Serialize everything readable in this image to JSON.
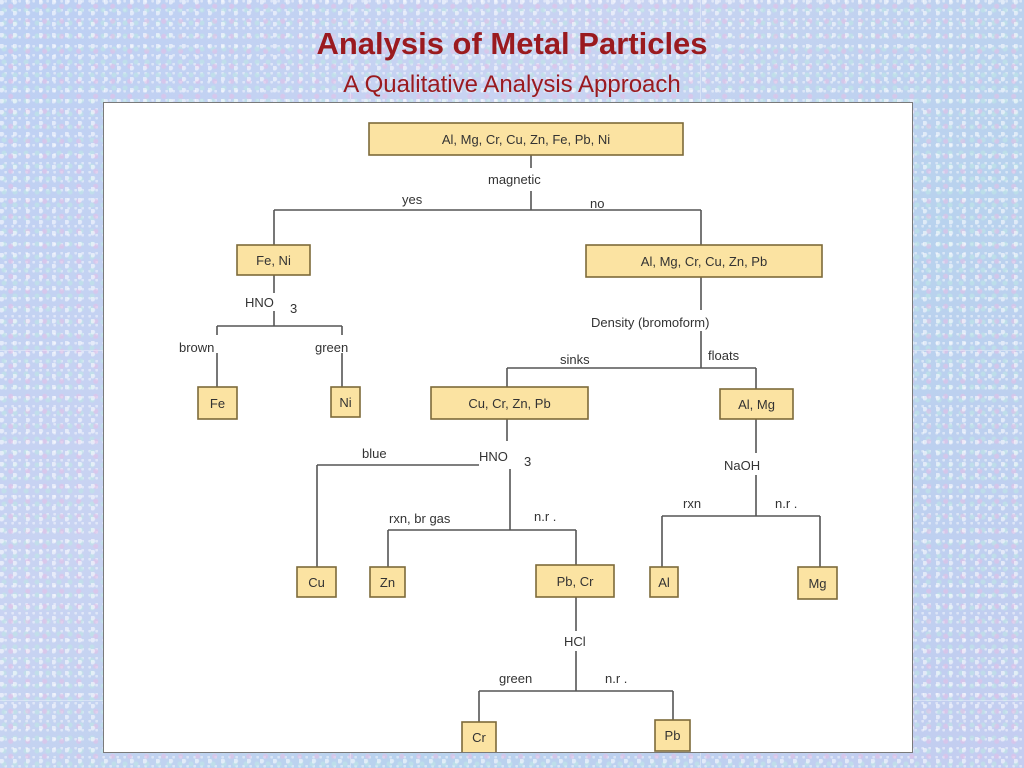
{
  "slide": {
    "title": "Analysis of Metal Particles",
    "subtitle": "A Qualitative Analysis Approach"
  },
  "diagram": {
    "nodes": {
      "root": "Al, Mg, Cr, Cu, Zn, Fe, Pb, Ni",
      "fe_ni": "Fe, Ni",
      "non_magnetic": "Al, Mg, Cr, Cu, Zn, Pb",
      "fe": "Fe",
      "ni": "Ni",
      "cu_cr_zn_pb": "Cu, Cr, Zn, Pb",
      "al_mg": "Al, Mg",
      "cu": "Cu",
      "zn": "Zn",
      "pb_cr": "Pb, Cr",
      "al": "Al",
      "mg": "Mg",
      "cr": "Cr",
      "pb": "Pb"
    },
    "labels": {
      "magnetic": "magnetic",
      "yes": "yes",
      "no": "no",
      "hno_1": "HNO",
      "hno_1_sub": "3",
      "brown": "brown",
      "green_1": "green",
      "density": "Density (bromoform)",
      "sinks": "sinks",
      "floats": "floats",
      "hno_2": "HNO",
      "hno_2_sub": "3",
      "blue": "blue",
      "naoh": "NaOH",
      "rxn_br_gas": "rxn, br gas",
      "nr_1": "n.r .",
      "rxn": "rxn",
      "nr_2": "n.r .",
      "hcl": "HCl",
      "green_2": "green",
      "nr_3": "n.r ."
    }
  }
}
